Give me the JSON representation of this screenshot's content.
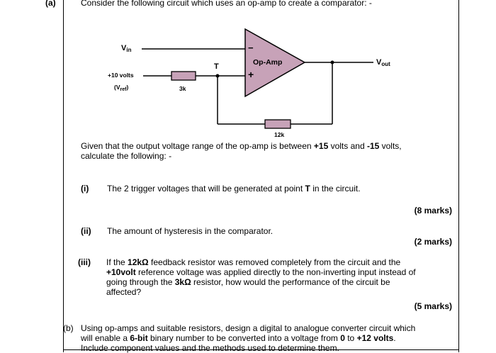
{
  "part_a": {
    "label": "(a)",
    "intro": "Consider the following circuit which uses an op-amp to create a comparator: -"
  },
  "circuit": {
    "vin": "V",
    "vin_sub": "in",
    "vout": "V",
    "vout_sub": "out",
    "op_amp": "Op-Amp",
    "minus": "−",
    "plus": "+",
    "node_t": "T",
    "ref_voltage": "+10 volts",
    "ref_label_open": "(V",
    "ref_label_sub": "ref",
    "ref_label_close": ")",
    "r1": "3k",
    "r2": "12k"
  },
  "given": {
    "p1": "Given that the output voltage range of the op-amp is between ",
    "v1": "+15",
    "p2": " volts and ",
    "v2": "-15",
    "p3": " volts,",
    "line2": "calculate the following: -"
  },
  "q1": {
    "label": "(i)",
    "text_a": "The 2 trigger voltages that will be generated at point ",
    "bold": "T",
    "text_b": " in the circuit.",
    "marks": "(8 marks)"
  },
  "q2": {
    "label": "(ii)",
    "text": "The amount of hysteresis in the comparator.",
    "marks": "(2 marks)"
  },
  "q3": {
    "label": "(iii)",
    "a": "If the ",
    "b": "12kΩ",
    "c": " feedback resistor was removed completely from the circuit and the",
    "d": "+10volt",
    "e": " reference voltage was applied directly to the non-inverting input instead of",
    "f": "going through the ",
    "g": "3kΩ",
    "h": " resistor, how would the performance of the circuit be",
    "i": "affected?",
    "marks": "(5 marks)"
  },
  "part_b": {
    "label": "(b)",
    "a": "Using op-amps and suitable resistors, design a digital to analogue converter circuit which",
    "b": "will enable a ",
    "c": "6-bit",
    "d": " binary number to be converted into a voltage from ",
    "e": "0",
    "f": " to ",
    "g": "+12 volts",
    "h": ".",
    "i": "Include component values and the methods used to determine them."
  }
}
